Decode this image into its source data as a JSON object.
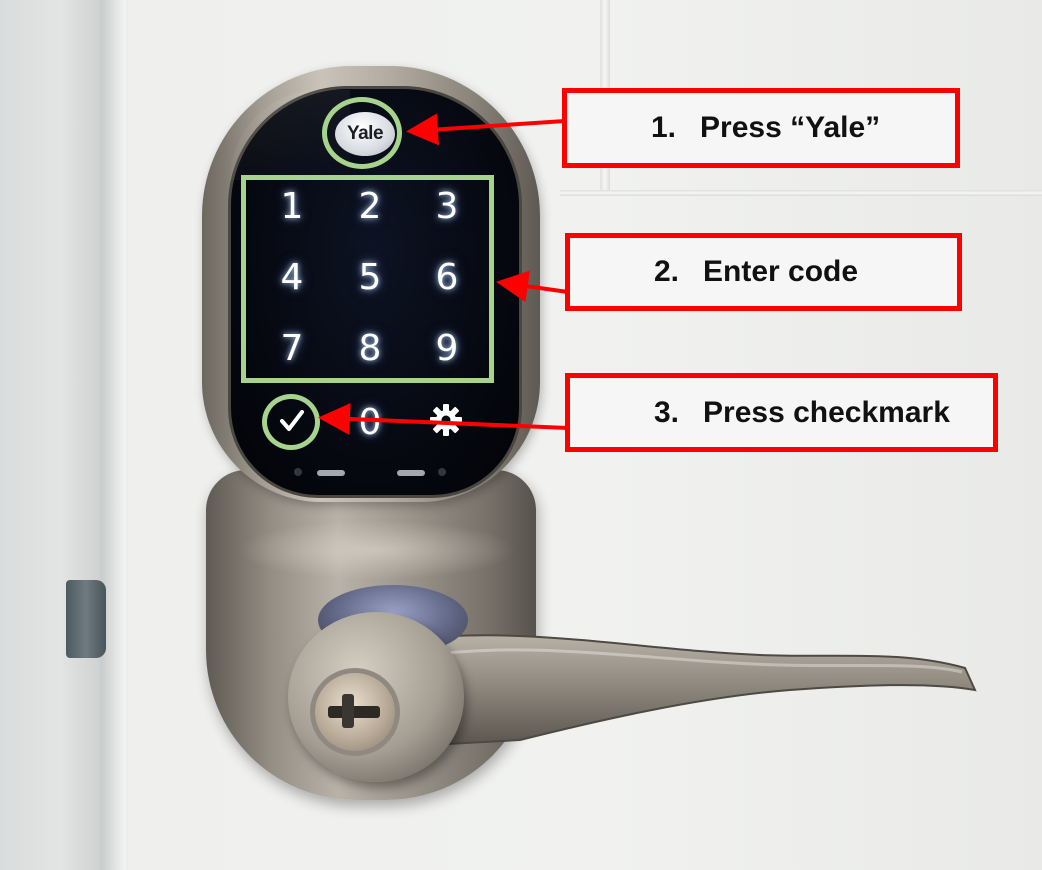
{
  "keypad": {
    "brand": "Yale",
    "keys": [
      "1",
      "2",
      "3",
      "4",
      "5",
      "6",
      "7",
      "8",
      "9"
    ],
    "zero": "0"
  },
  "instructions": [
    {
      "number": "1.",
      "text": "Press “Yale”"
    },
    {
      "number": "2.",
      "text": "Enter code"
    },
    {
      "number": "3.",
      "text": "Press checkmark"
    }
  ],
  "colors": {
    "highlight_green": "#a7d48c",
    "callout_red": "#ff0000",
    "key_glow": "#ffffff"
  },
  "icons": {
    "confirm": "checkmark-icon",
    "settings": "gear-icon"
  }
}
